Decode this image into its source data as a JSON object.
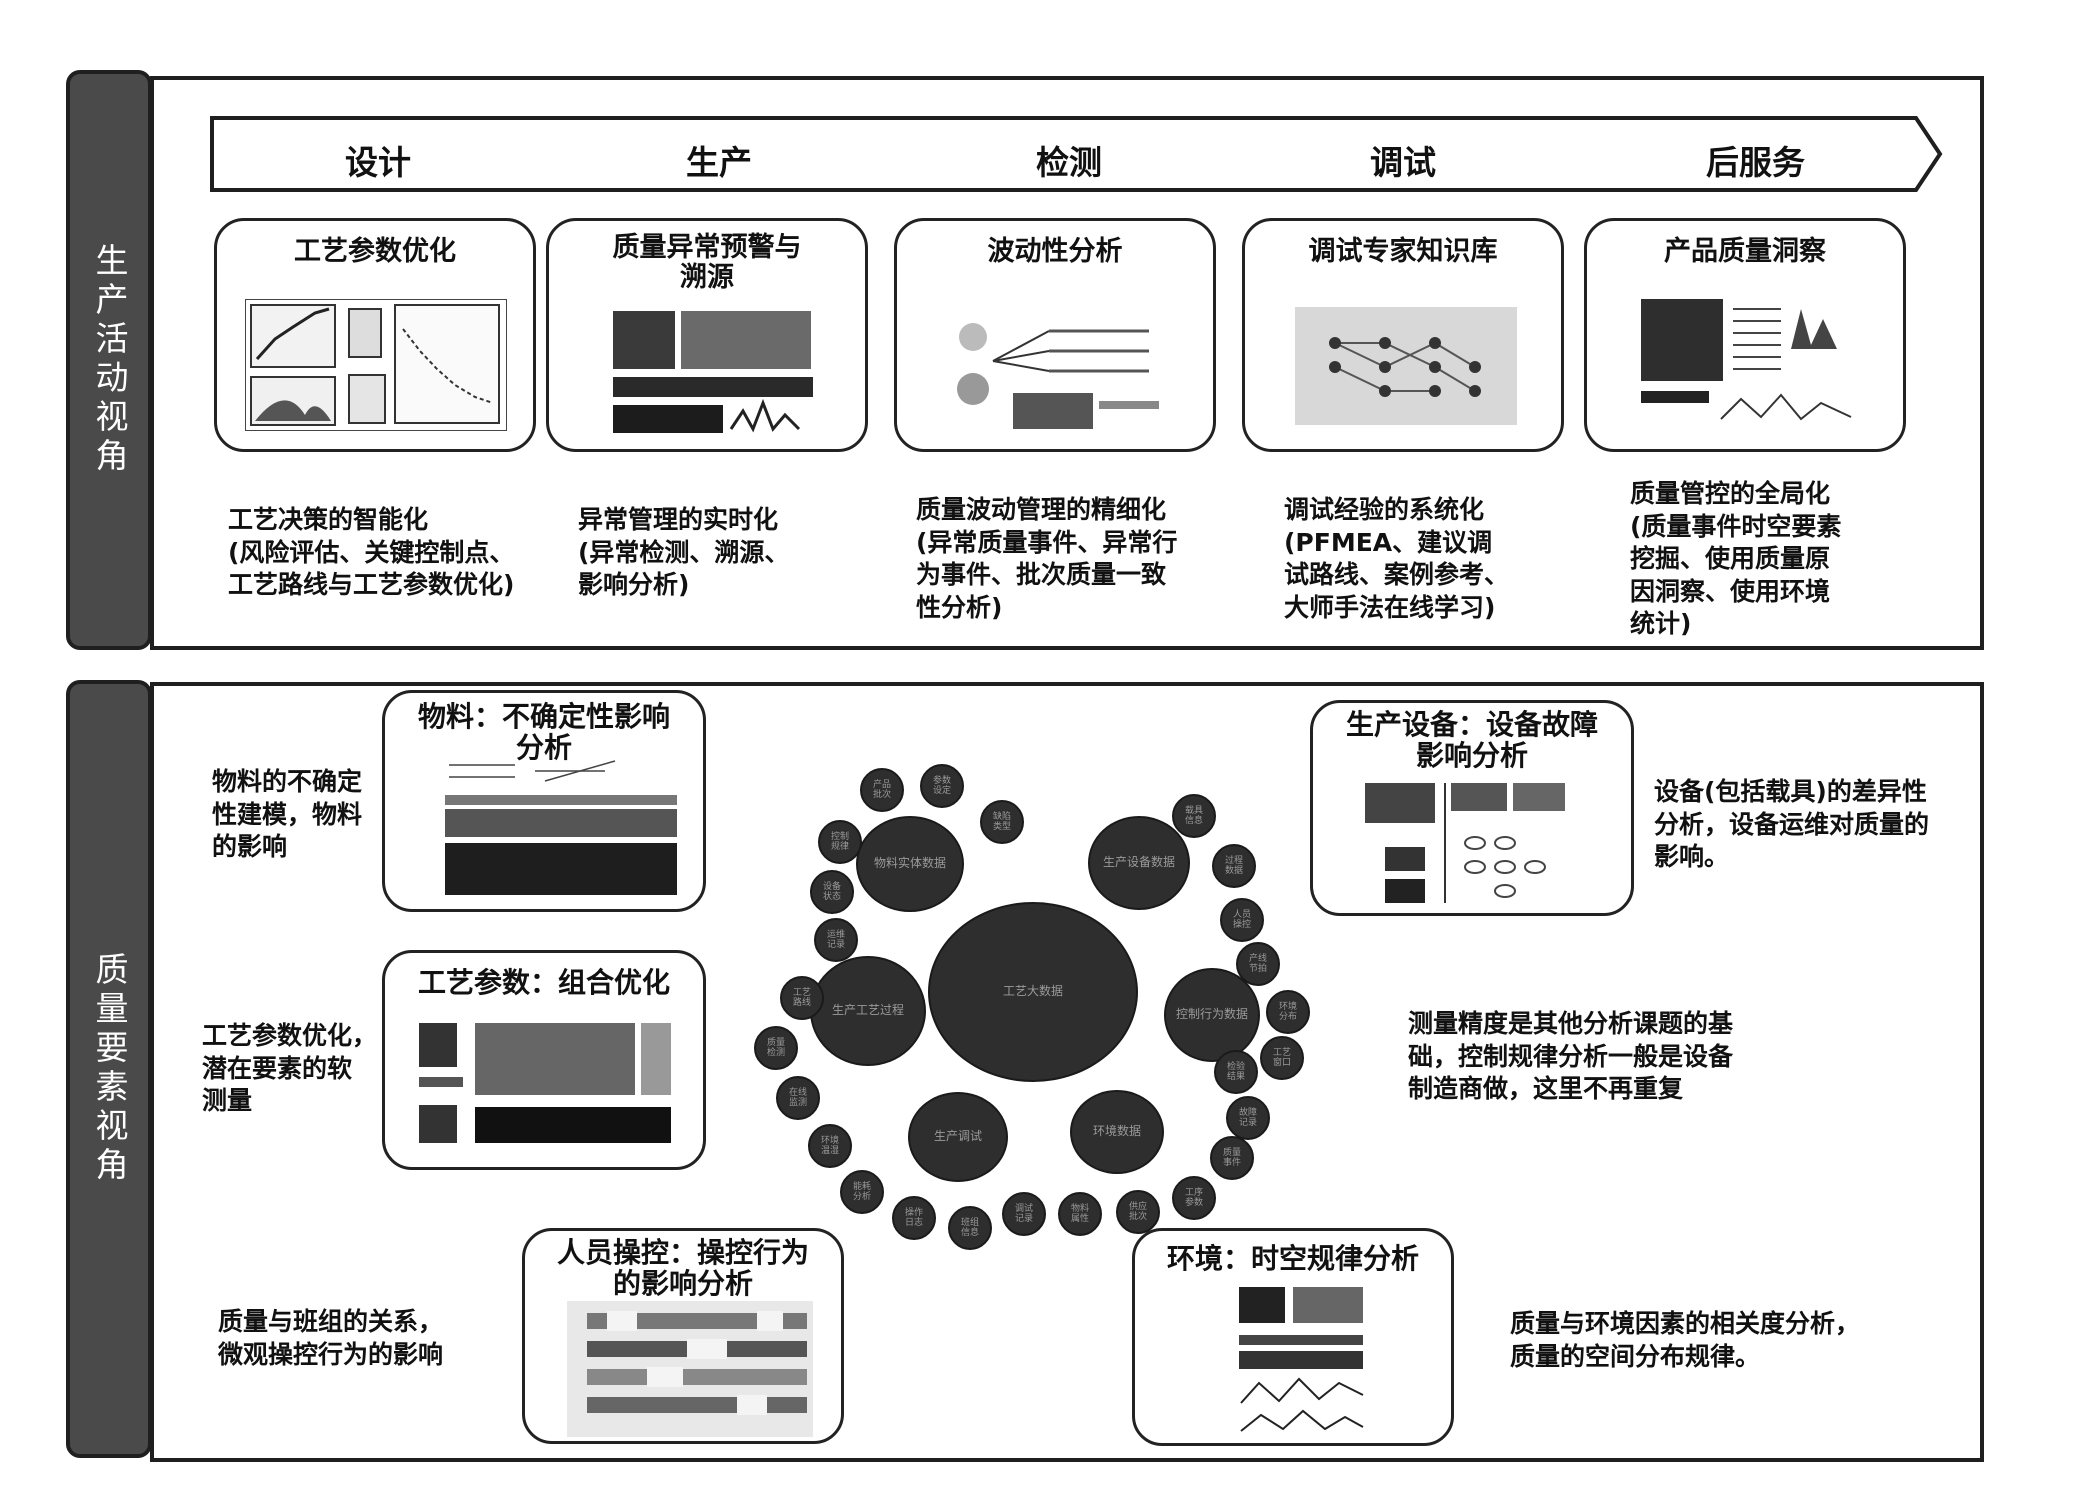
{
  "top": {
    "side_label": "生产活动视角",
    "stages": [
      "设计",
      "生产",
      "检测",
      "调试",
      "后服务"
    ],
    "cards": [
      {
        "title": "工艺参数优化",
        "desc": "工艺决策的智能化\n(风险评估、关键控制点、\n工艺路线与工艺参数优化)"
      },
      {
        "title": "质量异常预警与\n溯源",
        "desc": "异常管理的实时化\n(异常检测、溯源、\n影响分析)"
      },
      {
        "title": "波动性分析",
        "desc": "质量波动管理的精细化\n(异常质量事件、异常行\n为事件、批次质量一致\n性分析)"
      },
      {
        "title": "调试专家知识库",
        "desc": "调试经验的系统化\n(PFMEA、建议调\n试路线、案例参考、\n大师手法在线学习)"
      },
      {
        "title": "产品质量洞察",
        "desc": "质量管控的全局化\n(质量事件时空要素\n挖掘、使用质量原\n因洞察、使用环境\n统计)"
      }
    ]
  },
  "bottom": {
    "side_label": "质量要素视角",
    "modules": [
      {
        "title": "物料：不确定性影响\n分析",
        "desc": "物料的不确定\n性建模，物料\n的影响"
      },
      {
        "title": "工艺参数：组合优化",
        "desc": "工艺参数优化，\n潜在要素的软\n测量"
      },
      {
        "title": "人员操控：操控行为\n的影响分析",
        "desc": "质量与班组的关系，\n微观操控行为的影响"
      },
      {
        "title": "生产设备：设备故障\n影响分析",
        "desc": "设备(包括载具)的差异性\n分析，设备运维对质量的\n影响。"
      },
      {
        "title": "环境：时空规律分析",
        "desc": "质量与环境因素的相关度分析，\n质量的空间分布规律。"
      }
    ],
    "measurement_note": "测量精度是其他分析课题的基\n础，控制规律分析一般是设备\n制造商做，这里不再重复",
    "bubble_chart": {
      "center": "工艺大数据",
      "major": [
        "物料实体数据",
        "生产设备数据",
        "控制行为数据",
        "环境数据",
        "生产调试",
        "生产工艺过程"
      ],
      "minor": [
        "产品\n批次",
        "参数\n设定",
        "缺陷\n类型",
        "控制\n规律",
        "设备\n状态",
        "运维\n记录",
        "工艺\n路线",
        "质量\n检测",
        "在线\n监测",
        "环境\n温湿",
        "能耗\n分析",
        "操作\n日志",
        "班组\n信息",
        "调试\n记录",
        "物料\n属性",
        "供应\n批次",
        "工序\n参数",
        "质量\n事件",
        "故障\n记录",
        "检验\n结果",
        "工艺\n窗口",
        "环境\n分布",
        "产线\n节拍",
        "人员\n操控",
        "过程\n数据",
        "载具\n信息"
      ]
    }
  },
  "colors": {
    "tab": "#4a4a4a",
    "bubble": "#2e2e2e",
    "border": "#1f1f1f"
  }
}
